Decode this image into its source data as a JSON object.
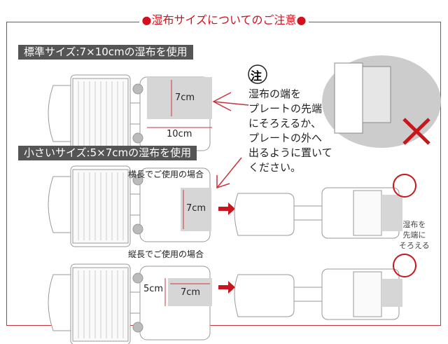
{
  "title": "●湿布サイズについてのご注意●",
  "standard": {
    "header": "標準サイズ:7×10cmの湿布を使用",
    "height_label": "7cm",
    "width_label": "10cm"
  },
  "small": {
    "header": "小さいサイズ:5×7cmの湿布を使用",
    "horizontal": {
      "label": "横長でご使用の場合",
      "height_label": "7cm"
    },
    "vertical": {
      "label": "縦長でご使用の場合",
      "height_label": "5cm",
      "width_label": "7cm"
    }
  },
  "caution": {
    "mark": "注",
    "lines": [
      "湿布の端を",
      "プレートの先端",
      "にそろえるか、",
      "プレートの外へ",
      "出るように置いて",
      "ください。"
    ]
  },
  "side_note": [
    "湿布を",
    "先端に",
    "そろえる"
  ],
  "colors": {
    "accent": "#d3101b",
    "header_bg": "#555555",
    "patch": "#d6d6d6"
  }
}
